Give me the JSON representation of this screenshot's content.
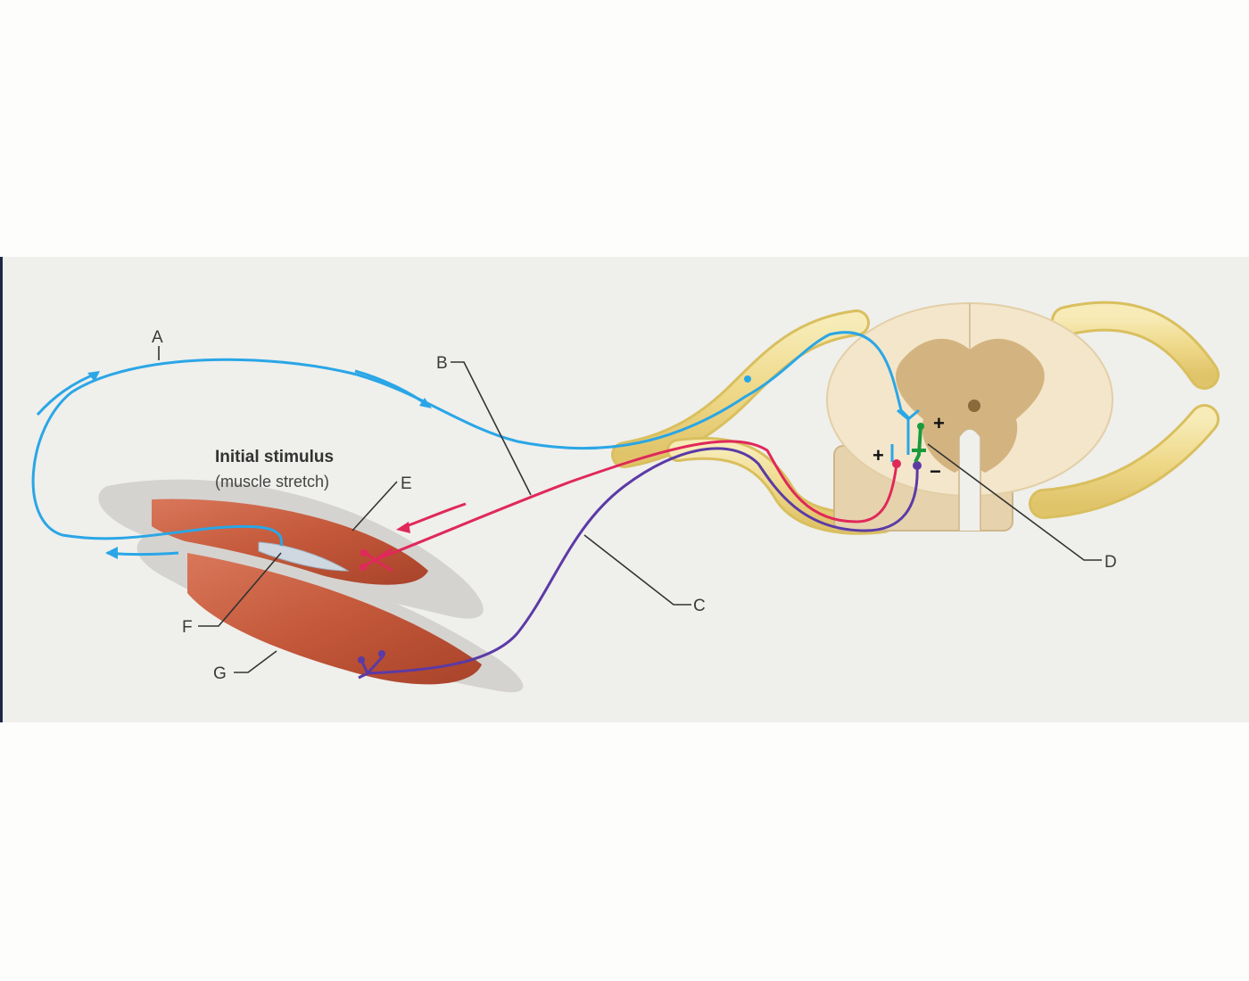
{
  "diagram": {
    "stimulus_title": "Initial stimulus",
    "stimulus_subtitle": "(muscle stretch)",
    "labels": {
      "A": "A",
      "B": "B",
      "C": "C",
      "D": "D",
      "E": "E",
      "F": "F",
      "G": "G"
    },
    "signs": {
      "plus_left": "+",
      "plus_top": "+",
      "minus": "−"
    },
    "colors": {
      "sensory_neuron": "#2aa6e6",
      "motor_neuron_agonist": "#e0285a",
      "motor_neuron_antagonist": "#5b3aa6",
      "interneuron": "#1a9a3c",
      "muscle": "#c4583a",
      "nerve": "#eed98a",
      "grey_matter": "#cfae78",
      "white_matter": "#f3e6cb"
    }
  }
}
